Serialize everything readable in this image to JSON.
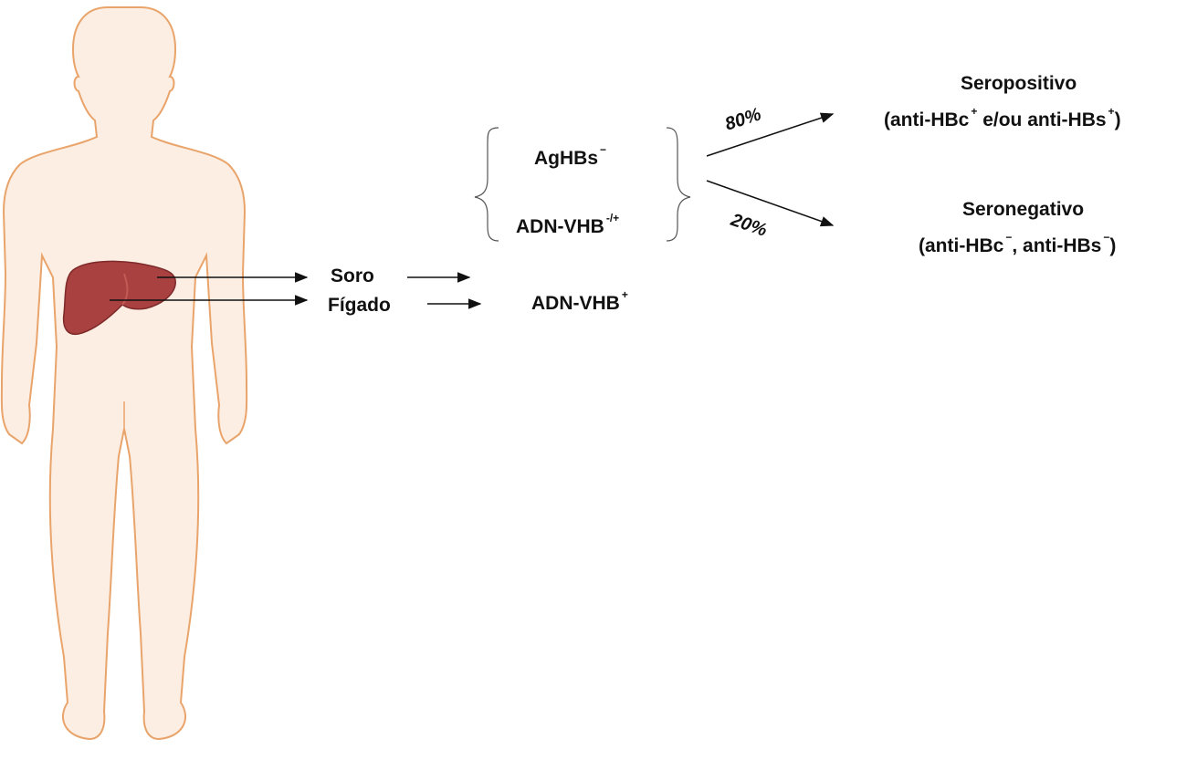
{
  "figure": {
    "body_fill": "#FCEEE3",
    "body_stroke": "#E9A46B",
    "liver_fill": "#A8413F",
    "liver_stroke": "#7E2A2A",
    "arrow_color": "#111111"
  },
  "serum": {
    "label": "Soro",
    "markers": [
      {
        "name": "AgHBs",
        "sign": "−"
      },
      {
        "name": "ADN-VHB",
        "sign": "-/+"
      }
    ]
  },
  "liver": {
    "label": "Fígado",
    "marker": {
      "name": "ADN-VHB",
      "sign": "+"
    }
  },
  "outcomes": [
    {
      "percent": "80%",
      "title": "Seropositivo",
      "detail": {
        "a": "(anti-HBc",
        "a_sign": "+",
        "b": " e/ou anti-HBs",
        "b_sign": "+",
        "end": ")"
      }
    },
    {
      "percent": "20%",
      "title": "Seronegativo",
      "detail": {
        "a": "(anti-HBc",
        "a_sign": "−",
        "b": ", anti-HBs",
        "b_sign": "−",
        "end": ")"
      }
    }
  ]
}
